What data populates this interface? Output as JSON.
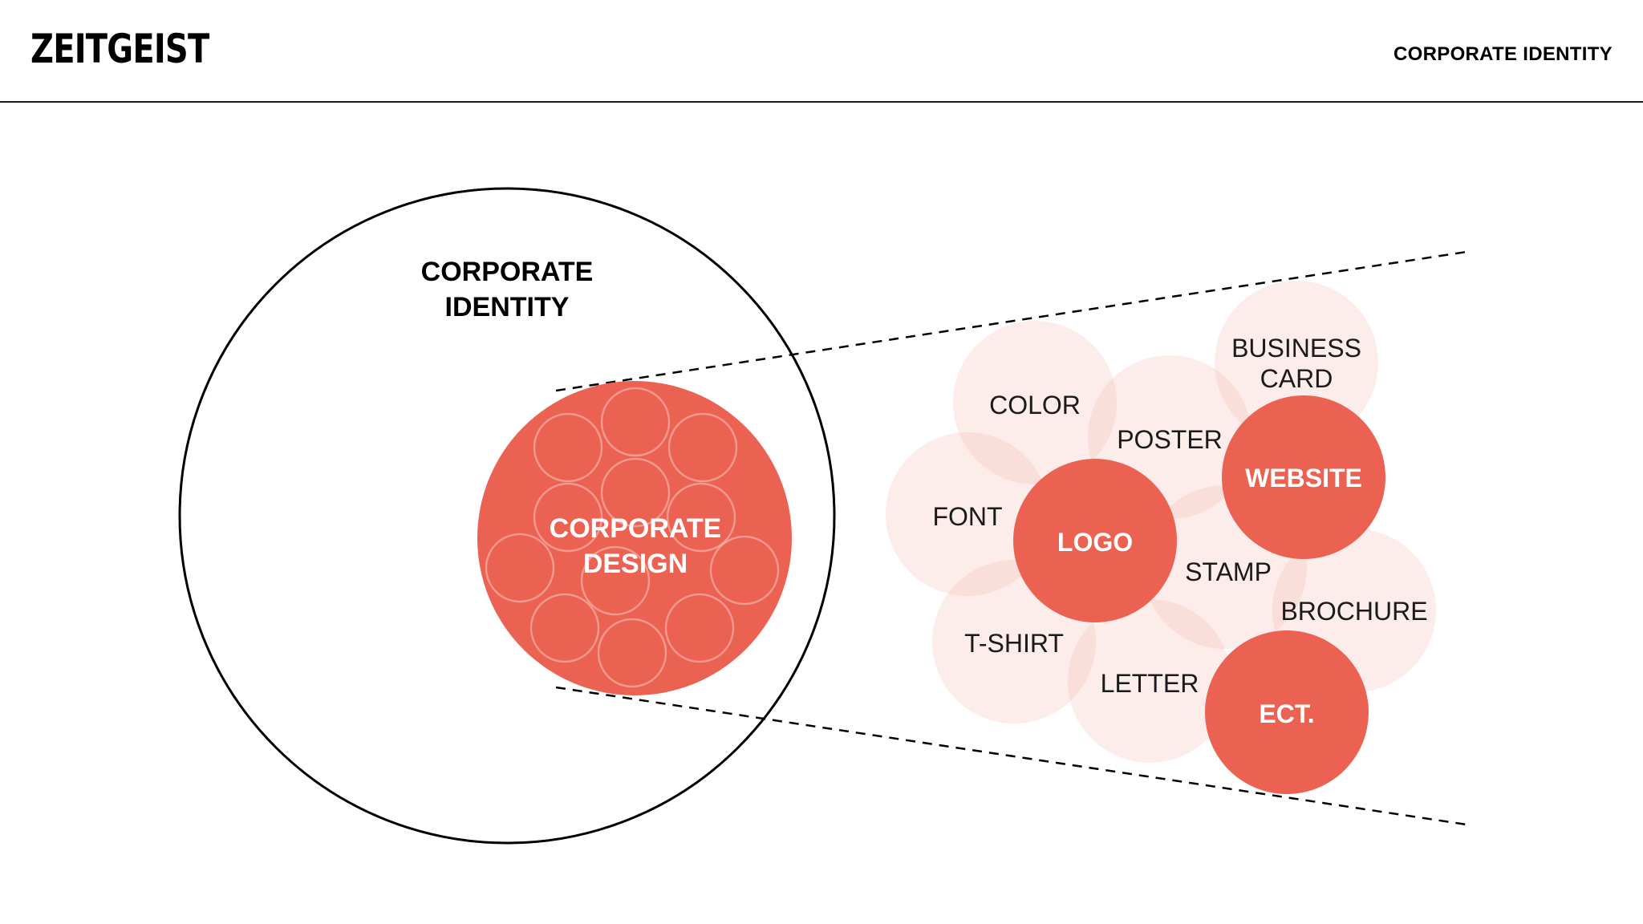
{
  "header": {
    "brand": "ZEITGEIST",
    "title": "CORPORATE IDENTITY"
  },
  "diagram": {
    "outer_label_line1": "CORPORATE",
    "outer_label_line2": "IDENTITY",
    "inner_label_line1": "CORPORATE",
    "inner_label_line2": "DESIGN",
    "soft_items": {
      "color": "COLOR",
      "poster": "POSTER",
      "business_line1": "BUSINESS",
      "business_line2": "CARD",
      "font": "FONT",
      "stamp": "STAMP",
      "brochure": "BROCHURE",
      "tshirt": "T-SHIRT",
      "letter": "LETTER"
    },
    "strong_items": {
      "logo": "LOGO",
      "website": "WEBSITE",
      "etc": "ECT."
    }
  },
  "colors": {
    "accent": "#EB6152",
    "soft_bubble": "#FBE4E1",
    "outline": "#000000",
    "background": "#FFFFFF"
  }
}
